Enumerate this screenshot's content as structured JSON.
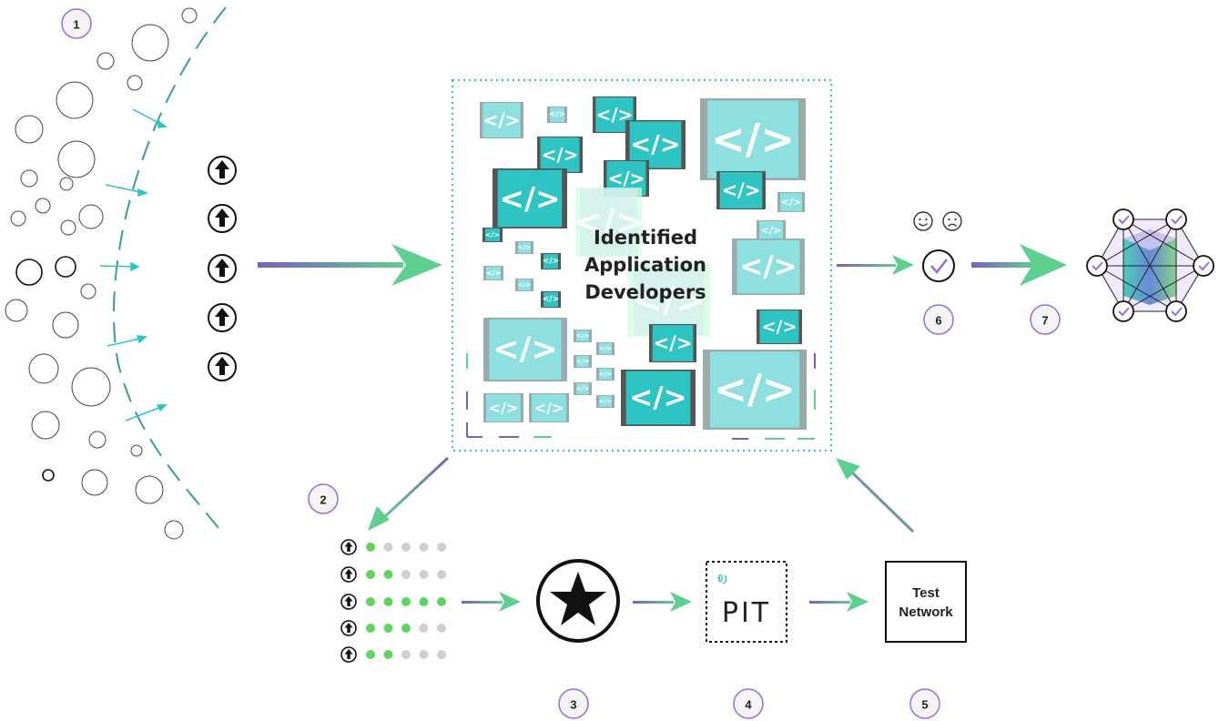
{
  "colors": {
    "teal": "#2ec4c4",
    "teal_light": "#8ee0e0",
    "purple": "#9b6ddb",
    "green": "#5cd65c",
    "gray_dot": "#cfcfcf",
    "arrow_start": "#7b5fbf",
    "arrow_end": "#5fcf8f"
  },
  "steps": {
    "s1": "1",
    "s2": "2",
    "s3": "3",
    "s4": "4",
    "s5": "5",
    "s6": "6",
    "s7": "7"
  },
  "center": {
    "line1": "Identified",
    "line2": "Application",
    "line3": "Developers",
    "code_glyph": "</>"
  },
  "pit": {
    "label": "PIT"
  },
  "test_network": {
    "line1": "Test",
    "line2": "Network"
  },
  "feedback_icons": {
    "happy": "smiley-face-icon",
    "sad": "sad-face-icon"
  },
  "ranking_levels": [
    1,
    2,
    5,
    3,
    2
  ]
}
